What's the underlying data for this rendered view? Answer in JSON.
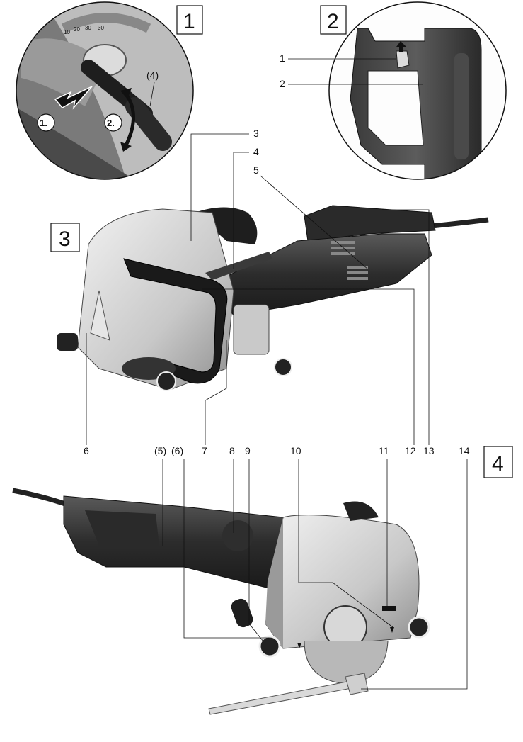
{
  "figure_boxes": [
    "1",
    "2",
    "3",
    "4"
  ],
  "detail1": {
    "scale_marks": [
      "10",
      "20",
      "30",
      "30"
    ],
    "steps": [
      "1.",
      "2."
    ],
    "callout": "(4)"
  },
  "detail2": {
    "callouts": [
      "1",
      "2"
    ]
  },
  "figure3": {
    "callouts_right_top": [
      "3",
      "4",
      "5"
    ],
    "callouts_bottom": [
      "6",
      "7",
      "12",
      "13"
    ]
  },
  "figure4": {
    "callouts_top": [
      "(5)",
      "(6)",
      "8",
      "9",
      "10",
      "11",
      "14"
    ]
  }
}
